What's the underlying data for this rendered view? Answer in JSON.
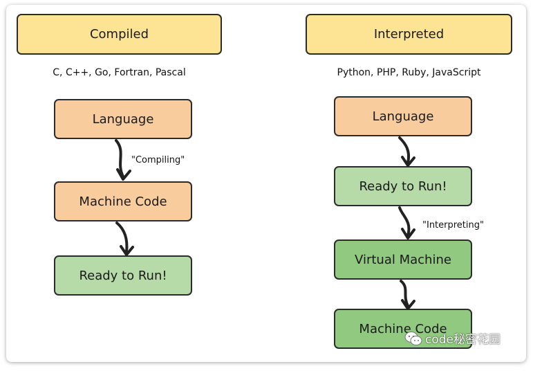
{
  "compiled": {
    "header": "Compiled",
    "examples": "C, C++, Go, Fortran, Pascal",
    "steps": [
      "Language",
      "Machine Code",
      "Ready to Run!"
    ],
    "arrow_label": "\"Compiling\""
  },
  "interpreted": {
    "header": "Interpreted",
    "examples": "Python, PHP, Ruby, JavaScript",
    "steps": [
      "Language",
      "Ready to Run!",
      "Virtual Machine",
      "Machine Code"
    ],
    "arrow_label": "\"Interpreting\""
  },
  "watermark": {
    "text": "code秘密花园",
    "icon": "wechat-icon"
  },
  "colors": {
    "header_fill": "#fde394",
    "language_fill": "#f9cc9d",
    "ready_fill": "#b6dba9",
    "machine_fill": "#90c97f",
    "outline": "#2b2b2b"
  }
}
